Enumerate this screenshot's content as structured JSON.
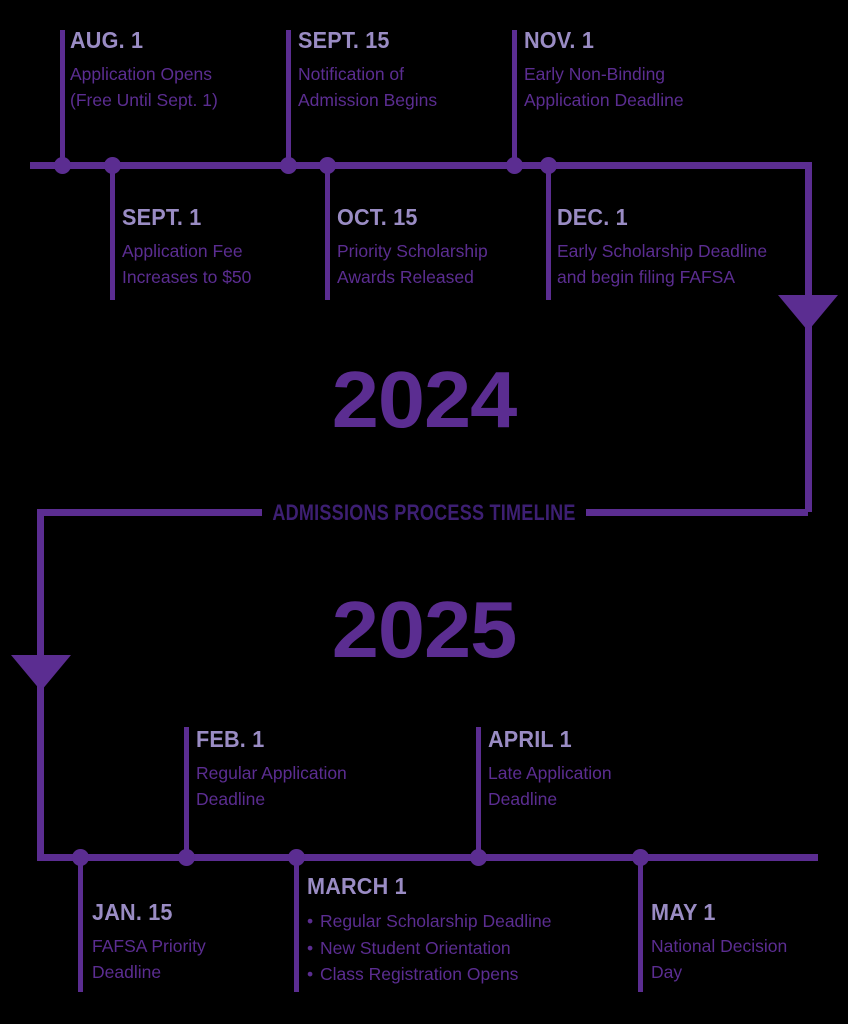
{
  "theme": {
    "background": "#000000",
    "line_color": "#5b2d91",
    "date_color": "#9a8cc4",
    "body_color": "#5b2d91",
    "banner_color": "#3d1f73"
  },
  "banner": {
    "title": "ADMISSIONS PROCESS TIMELINE"
  },
  "years": {
    "first": "2024",
    "second": "2025"
  },
  "events_2024": [
    {
      "date": "AUG. 1",
      "lines": [
        "Application Opens",
        "(Free Until Sept. 1)"
      ]
    },
    {
      "date": "SEPT. 15",
      "lines": [
        "Notification of",
        "Admission Begins"
      ]
    },
    {
      "date": "NOV. 1",
      "lines": [
        "Early Non-Binding",
        "Application Deadline"
      ]
    },
    {
      "date": "SEPT. 1",
      "lines": [
        "Application Fee",
        "Increases to $50"
      ]
    },
    {
      "date": "OCT. 15",
      "lines": [
        "Priority Scholarship",
        "Awards Released"
      ]
    },
    {
      "date": "DEC. 1",
      "lines": [
        "Early Scholarship Deadline",
        "and begin filing FAFSA"
      ]
    }
  ],
  "events_2025": [
    {
      "date": "FEB. 1",
      "lines": [
        "Regular Application",
        "Deadline"
      ]
    },
    {
      "date": "APRIL 1",
      "lines": [
        "Late Application",
        "Deadline"
      ]
    },
    {
      "date": "JAN. 15",
      "lines": [
        "FAFSA Priority",
        "Deadline"
      ]
    },
    {
      "date": "MARCH 1",
      "bullets": [
        "Regular Scholarship Deadline",
        "New Student Orientation",
        "Class Registration Opens"
      ]
    },
    {
      "date": "MAY 1",
      "lines": [
        "National Decision",
        "Day"
      ]
    }
  ]
}
